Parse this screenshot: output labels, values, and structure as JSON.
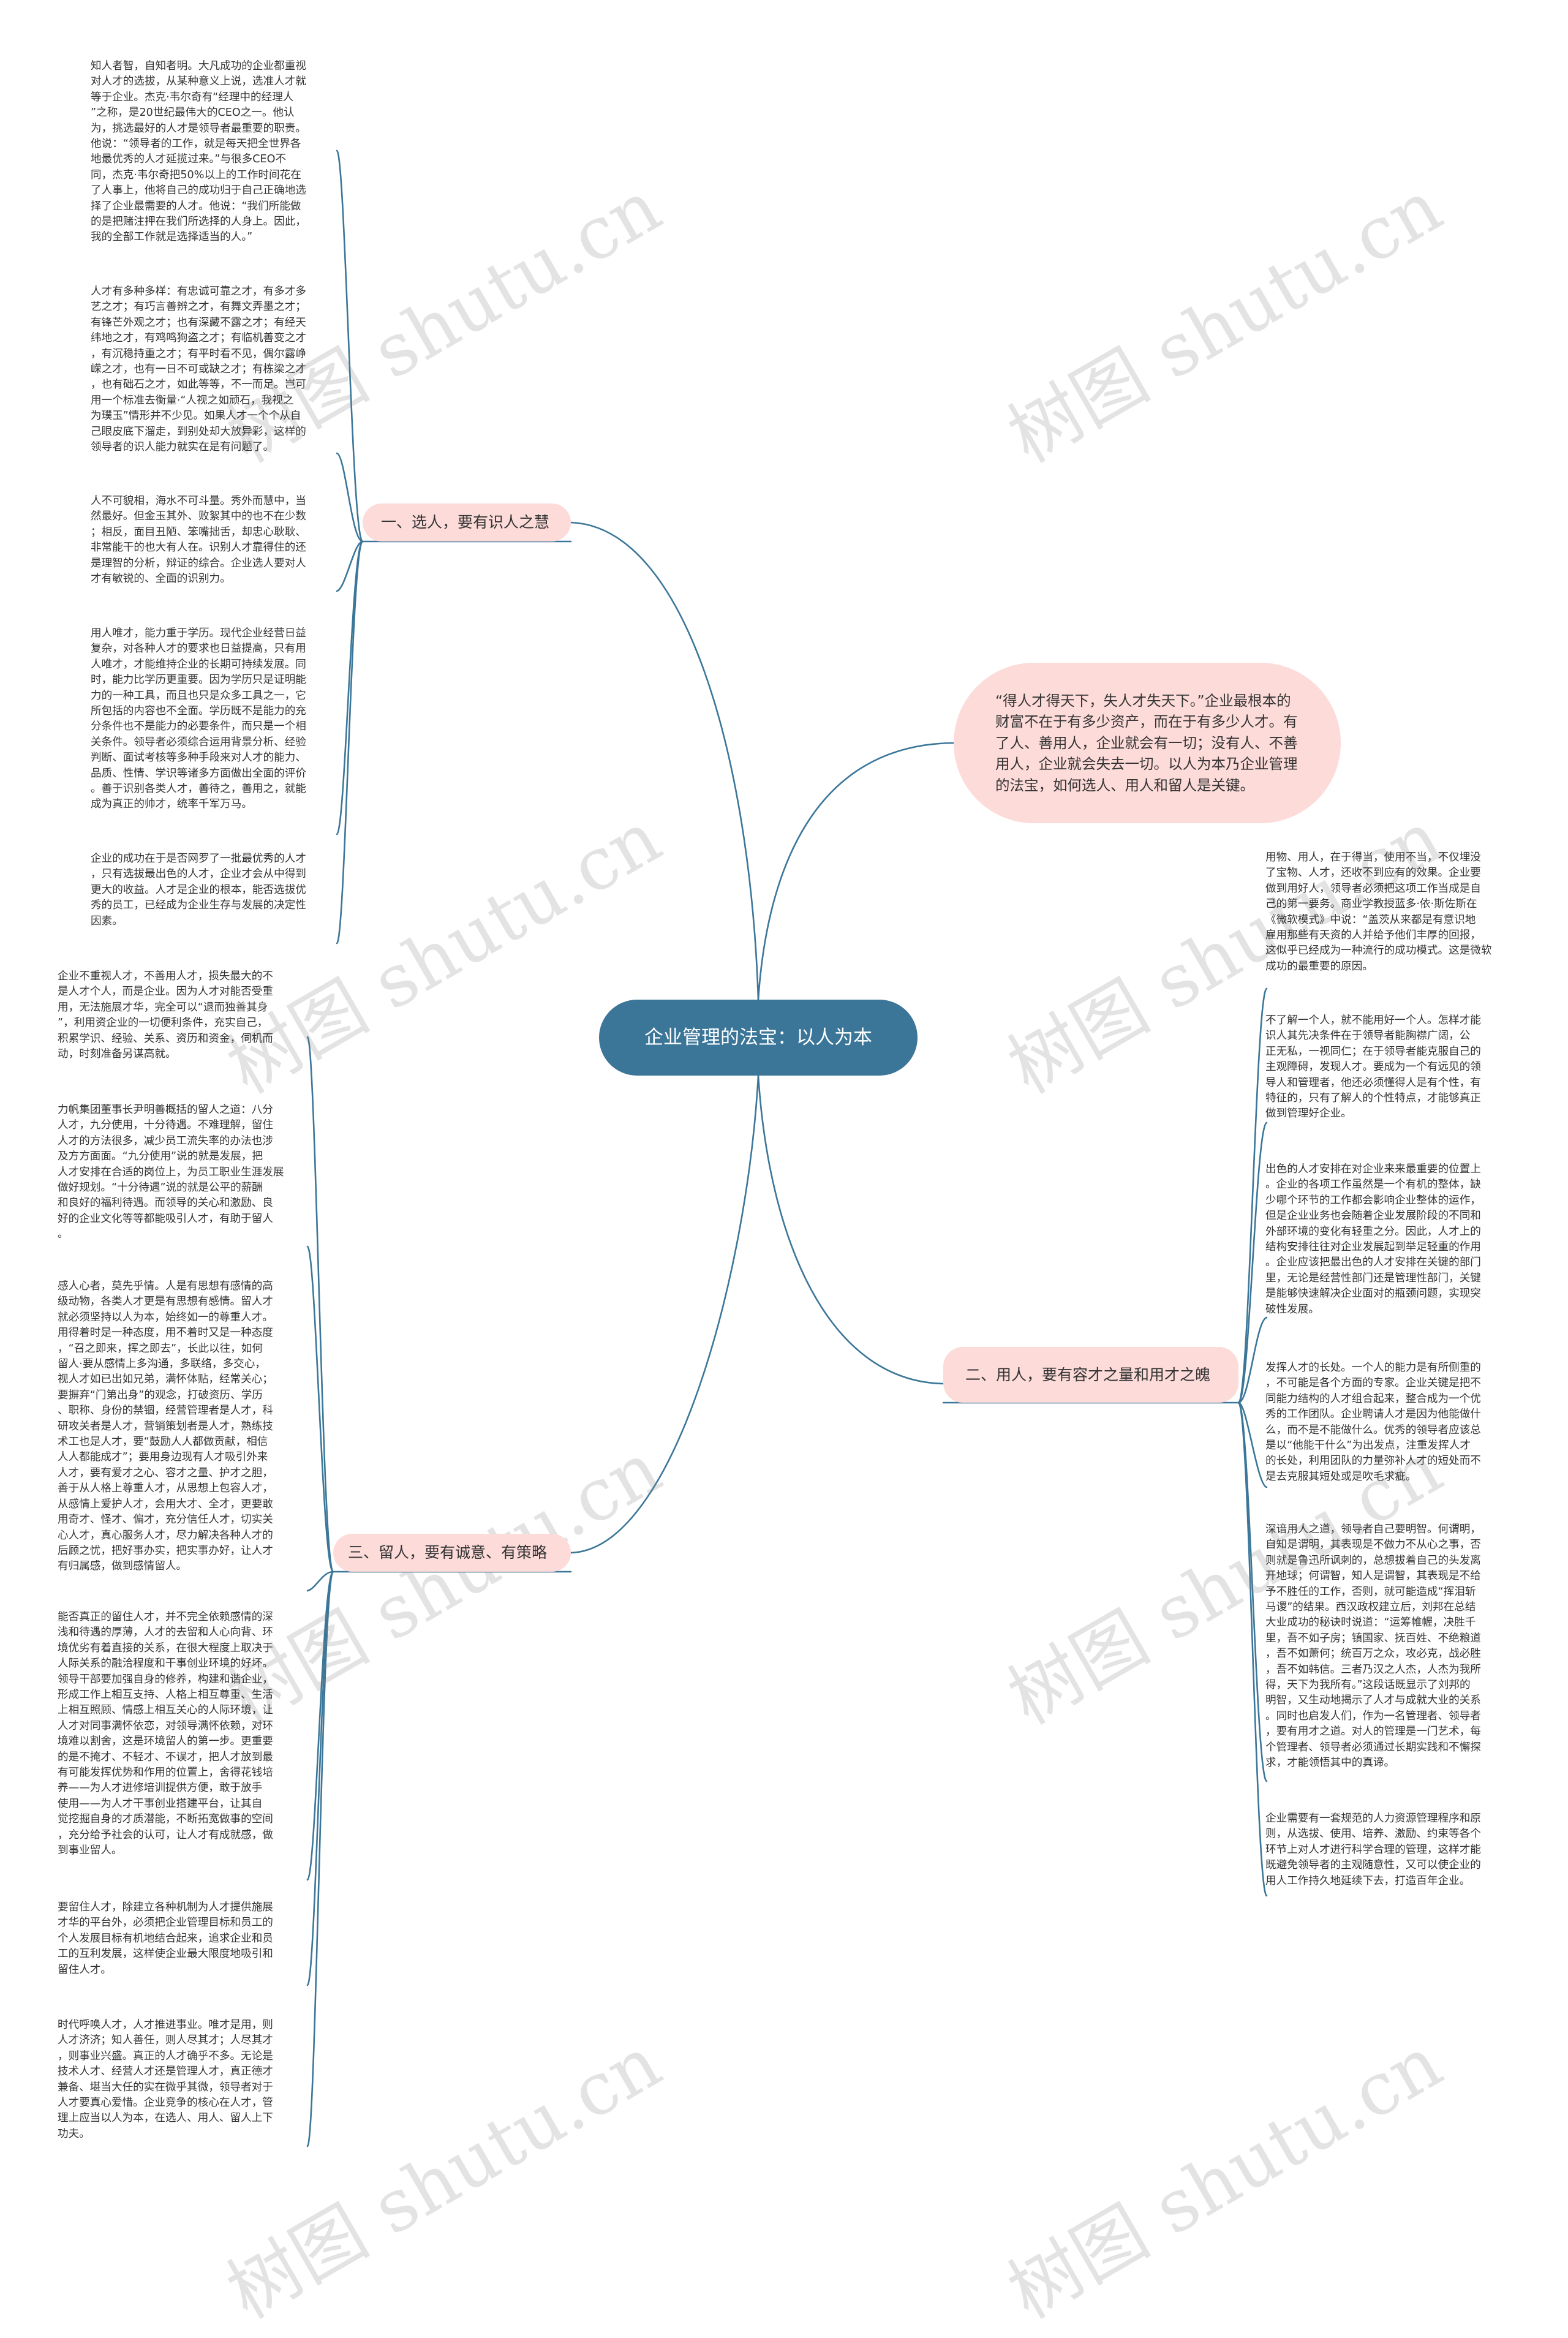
{
  "watermark_text": "树图 shutu.cn",
  "root": {
    "label": "企业管理的法宝：以人为本"
  },
  "intro_note": "“得人才得天下，失人才失天下。”企业最根本的财富不在于有多少资产，而在于有多少人才。有了人、善用人，企业就会有一切；没有人、不善用人，企业就会失去一切。以人为本乃企业管理的法宝，如何选人、用人和留人是关键。",
  "branches": [
    {
      "label": "一、选人，要有识人之慧",
      "leaves": [
        "知人者智，自知者明。大凡成功的企业都重视\n对人才的选拔，从某种意义上说，选准人才就\n等于企业。杰克·韦尔奇有“经理中的经理人\n”之称，是20世纪最伟大的CEO之一。他认\n为，挑选最好的人才是领导者最重要的职责。\n他说：“领导者的工作，就是每天把全世界各\n地最优秀的人才延揽过来。”与很多CEO不\n同，杰克·韦尔奇把50%以上的工作时间花在\n了人事上，他将自己的成功归于自己正确地选\n择了企业最需要的人才。他说：“我们所能做\n的是把赌注押在我们所选择的人身上。因此，\n我的全部工作就是选择适当的人。”",
        "人才有多种多样：有忠诚可靠之才，有多才多\n艺之才；有巧言善辨之才，有舞文弄墨之才；\n有锋芒外观之才；也有深藏不露之才；有经天\n纬地之才，有鸡鸣狗盗之才；有临机善变之才\n，有沉稳持重之才；有平时看不见，偶尔露峥\n嵘之才，也有一日不可或缺之才；有栋梁之才\n，也有础石之才，如此等等，不一而足。岂可\n用一个标准去衡量·“人视之如顽石，我视之\n为璞玉”情形并不少见。如果人才一个个从自\n己眼皮底下溜走，到别处却大放异彩，这样的\n领导者的识人能力就实在是有问题了。",
        "人不可貌相，海水不可斗量。秀外而慧中，当\n然最好。但金玉其外、败絮其中的也不在少数\n；相反，面目丑陋、笨嘴拙舌，却忠心耿耿、\n非常能干的也大有人在。识别人才靠得住的还\n是理智的分析，辩证的综合。企业选人要对人\n才有敏锐的、全面的识别力。",
        "用人唯才，能力重于学历。现代企业经营日益\n复杂，对各种人才的要求也日益提高，只有用\n人唯才，才能维持企业的长期可持续发展。同\n时，能力比学历更重要。因为学历只是证明能\n力的一种工具，而且也只是众多工具之一，它\n所包括的内容也不全面。学历既不是能力的充\n分条件也不是能力的必要条件，而只是一个相\n关条件。领导者必须综合运用背景分析、经验\n判断、面试考核等多种手段来对人才的能力、\n品质、性情、学识等诸多方面做出全面的评价\n。善于识别各类人才，善待之，善用之，就能\n成为真正的帅才，统率千军万马。",
        "企业的成功在于是否网罗了一批最优秀的人才\n，只有选拔最出色的人才，企业才会从中得到\n更大的收益。人才是企业的根本，能否选拔优\n秀的员工，已经成为企业生存与发展的决定性\n因素。"
      ]
    },
    {
      "label": "二、用人，要有容才之量和用才之魄",
      "leaves": [
        "用物、用人，在于得当，使用不当，不仅埋没\n了宝物、人才，还收不到应有的效果。企业要\n做到用好人，领导者必须把这项工作当成是自\n己的第一要务。商业学教授蓝多·依·斯佐斯在\n《微软模式》中说：“盖茨从来都是有意识地\n雇用那些有天资的人并给予他们丰厚的回报，\n这似乎已经成为一种流行的成功模式。这是微软\n成功的最重要的原因。",
        "不了解一个人，就不能用好一个人。怎样才能\n识人其先决条件在于领导者能胸襟广阔，公\n正无私，一视同仁；在于领导者能克服自己的\n主观障碍，发现人才。要成为一个有远见的领\n导人和管理者，他还必须懂得人是有个性，有\n特征的，只有了解人的个性特点，才能够真正\n做到管理好企业。",
        "出色的人才安排在对企业来来最重要的位置上\n。企业的各项工作虽然是一个有机的整体，缺\n少哪个环节的工作都会影响企业整体的运作，\n但是企业业务也会随着企业发展阶段的不同和\n外部环境的变化有轻重之分。因此，人才上的\n结构安排往往对企业发展起到举足轻重的作用\n。企业应该把最出色的人才安排在关键的部门\n里，无论是经营性部门还是管理性部门，关键\n是能够快速解决企业面对的瓶颈问题，实现突\n破性发展。",
        "发挥人才的长处。一个人的能力是有所侧重的\n，不可能是各个方面的专家。企业关键是把不\n同能力结构的人才组合起来，整合成为一个优\n秀的工作团队。企业聘请人才是因为他能做什\n么，而不是不能做什么。优秀的领导者应该总\n是以“他能干什么”为出发点，注重发挥人才\n的长处，利用团队的力量弥补人才的短处而不\n是去克服其短处或是吹毛求疵。",
        "深谙用人之道，领导者自己要明智。何谓明，\n自知是谓明，其表现是不做力不从心之事，否\n则就是鲁迅所讽刺的，总想拔着自己的头发离\n开地球；何谓智，知人是谓智，其表现是不给\n予不胜任的工作，否则，就可能造成“挥泪斩\n马谡”的结果。西汉政权建立后，刘邦在总结\n大业成功的秘诀时说道：“运筹帷幄，决胜千\n里，吾不如子房；镇国家、抚百姓、不绝粮道\n，吾不如萧何；统百万之众，攻必克，战必胜\n，吾不如韩信。三者乃汉之人杰，人杰为我所\n得，天下为我所有。”这段话既显示了刘邦的\n明智，又生动地揭示了人才与成就大业的关系\n。同时也启发人们，作为一名管理者、领导者\n，要有用才之道。对人的管理是一门艺术，每\n个管理者、领导者必须通过长期实践和不懈探\n求，才能领悟其中的真谛。",
        "企业需要有一套规范的人力资源管理程序和原\n则，从选拔、使用、培养、激励、约束等各个\n环节上对人才进行科学合理的管理，这样才能\n既避免领导者的主观随意性，又可以使企业的\n用人工作持久地延续下去，打造百年企业。"
      ]
    },
    {
      "label": "三、留人，要有诚意、有策略",
      "leaves": [
        "企业不重视人才，不善用人才，损失最大的不\n是人才个人，而是企业。因为人才对能否受重\n用，无法施展才华，完全可以“退而独善其身\n”，利用资企业的一切便利条件，充实自己，\n积累学识、经验、关系、资历和资金，伺机而\n动，时刻准备另谋高就。",
        "力帆集团董事长尹明善概括的留人之道：八分\n人才，九分使用，十分待遇。不难理解，留住\n人才的方法很多，减少员工流失率的办法也涉\n及方方面面。“九分使用”说的就是发展，把\n人才安排在合适的岗位上，为员工职业生涯发展\n做好规划。“十分待遇”说的就是公平的薪酬\n和良好的福利待遇。而领导的关心和激励、良\n好的企业文化等等都能吸引人才，有助于留人\n。",
        "感人心者，莫先乎情。人是有思想有感情的高\n级动物，各类人才更是有思想有感情。留人才\n就必须坚持以人为本，始终如一的尊重人才。\n用得着时是一种态度，用不着时又是一种态度\n，“召之即来，挥之即去”，长此以往，如何\n留人·要从感情上多沟通，多联络，多交心，\n视人才如已出如兄弟，满怀体贴，经常关心；\n要摒弃“门第出身”的观念，打破资历、学历\n、职称、身份的禁锢，经营管理者是人才，科\n研攻关者是人才，营销策划者是人才，熟练技\n术工也是人才，要“鼓励人人都做贡献，相信\n人人都能成才”；要用身边现有人才吸引外来\n人才，要有爱才之心、容才之量、护才之胆，\n善于从人格上尊重人才，从思想上包容人才，\n从感情上爱护人才，会用大才、全才，更要敢\n用奇才、怪才、偏才，充分信任人才，切实关\n心人才，真心服务人才，尽力解决各种人才的\n后顾之忧，把好事办实，把实事办好，让人才\n有归属感，做到感情留人。",
        "能否真正的留住人才，并不完全依赖感情的深\n浅和待遇的厚薄，人才的去留和人心向背、环\n境优劣有着直接的关系，在很大程度上取决于\n人际关系的融洽程度和干事创业环境的好坏。\n领导干部要加强自身的修养，构建和谐企业，\n形成工作上相互支持、人格上相互尊重、生活\n上相互照顾、情感上相互关心的人际环境，让\n人才对同事满怀依恋，对领导满怀依赖，对环\n境难以割舍，这是环境留人的第一步。更重要\n的是不掩才、不轻才、不误才，把人才放到最\n有可能发挥优势和作用的位置上，舍得花钱培\n养——为人才进修培训提供方便，敢于放手\n使用——为人才干事创业搭建平台，让其自\n觉挖掘自身的才质潜能，不断拓宽做事的空间\n，充分给予社会的认可，让人才有成就感，做\n到事业留人。",
        "要留住人才，除建立各种机制为人才提供施展\n才华的平台外，必须把企业管理目标和员工的\n个人发展目标有机地结合起来，追求企业和员\n工的互利发展，这样使企业最大限度地吸引和\n留住人才。",
        "时代呼唤人才，人才推进事业。唯才是用，则\n人才济济；知人善任，则人尽其才；人尽其才\n，则事业兴盛。真正的人才确乎不多。无论是\n技术人才、经营人才还是管理人才，真正德才\n兼备、堪当大任的实在微乎其微，领导者对于\n人才要真心爱惜。企业竞争的核心在人才，管\n理上应当以人为本，在选人、用人、留人上下\n功夫。"
      ]
    }
  ]
}
